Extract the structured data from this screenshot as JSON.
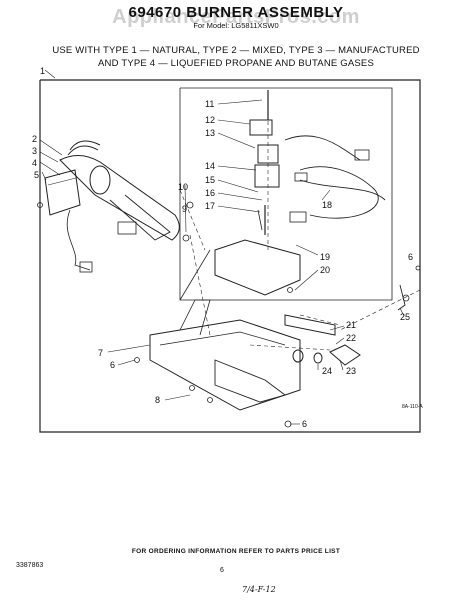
{
  "header": {
    "title": "694670 BURNER ASSEMBLY",
    "model": "For Model: LG5811XSW0",
    "watermark": "AppliancePartsPros.com"
  },
  "usage_note": {
    "line1": "USE WITH TYPE 1 — NATURAL, TYPE 2 — MIXED, TYPE 3 — MANUFACTURED",
    "line2": "AND TYPE 4 — LIQUEFIED PROPANE AND BUTANE GASES"
  },
  "callouts": [
    "1",
    "2",
    "3",
    "4",
    "5",
    "6",
    "7",
    "8",
    "9",
    "10",
    "11",
    "12",
    "13",
    "14",
    "15",
    "16",
    "17",
    "18",
    "19",
    "20",
    "21",
    "22",
    "23",
    "24",
    "25"
  ],
  "diagram_ref": "8A-110-A",
  "footer": {
    "note": "FOR ORDERING INFORMATION REFER TO PARTS PRICE LIST",
    "doc_number": "3387863",
    "page_number": "6",
    "handwritten": "7/4-F-12"
  }
}
